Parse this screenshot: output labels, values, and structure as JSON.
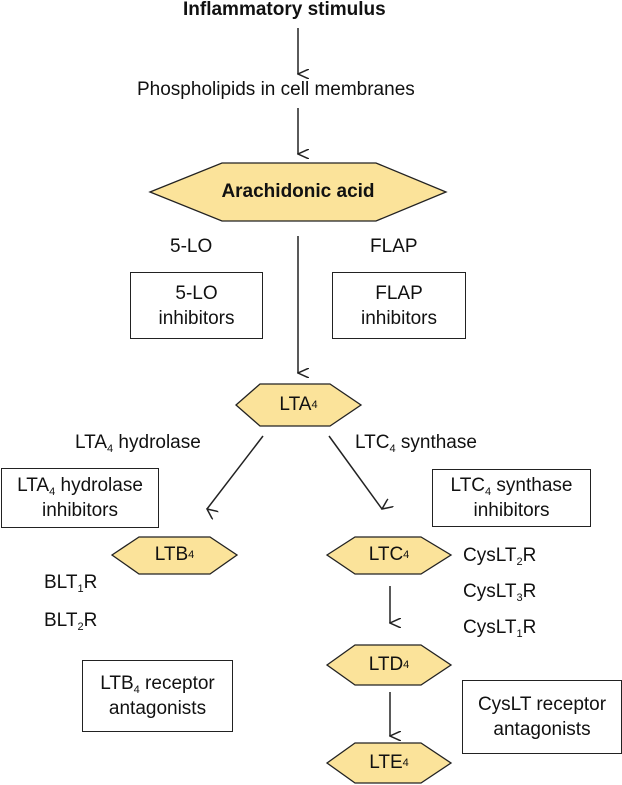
{
  "colors": {
    "node_fill": "#fbe39a",
    "node_stroke": "#222222",
    "line": "#222222"
  },
  "title": "Inflammatory stimulus",
  "nodes": {
    "phospholipids": "Phospholipids in cell membranes",
    "arachidonic": "Arachidonic acid",
    "lta4": {
      "base": "LTA",
      "sub": "4"
    },
    "ltb4": {
      "base": "LTB",
      "sub": "4"
    },
    "ltc4": {
      "base": "LTC",
      "sub": "4"
    },
    "ltd4": {
      "base": "LTD",
      "sub": "4"
    },
    "lte4": {
      "base": "LTE",
      "sub": "4"
    }
  },
  "enzymes": {
    "five_lo": "5-LO",
    "flap": "FLAP",
    "lta4_hydrolase": {
      "base": "LTA",
      "sub": "4",
      "rest": " hydrolase"
    },
    "ltc4_synthase": {
      "base": "LTC",
      "sub": "4",
      "rest": " synthase"
    }
  },
  "inhibitors": {
    "five_lo": {
      "line1": "5-LO",
      "line2": "inhibitors"
    },
    "flap": {
      "line1": "FLAP",
      "line2": "inhibitors"
    },
    "lta4_hydrolase": {
      "base": "LTA",
      "sub": "4",
      "rest": " hydrolase",
      "line2": "inhibitors"
    },
    "ltc4_synthase": {
      "base": "LTC",
      "sub": "4",
      "rest": " synthase",
      "line2": "inhibitors"
    },
    "ltb4_receptor": {
      "base": "LTB",
      "sub": "4",
      "rest": " receptor",
      "line2": "antagonists"
    },
    "cyslt_receptor": {
      "line1": "CysLT receptor",
      "line2": "antagonists"
    }
  },
  "receptors": {
    "blt1": {
      "base": "BLT",
      "sub": "1",
      "rest": "R"
    },
    "blt2": {
      "base": "BLT",
      "sub": "2",
      "rest": "R"
    },
    "cyslt2": {
      "base": "CysLT",
      "sub": "2",
      "rest": "R"
    },
    "cyslt3": {
      "base": "CysLT",
      "sub": "3",
      "rest": "R"
    },
    "cyslt1": {
      "base": "CysLT",
      "sub": "1",
      "rest": "R"
    }
  }
}
